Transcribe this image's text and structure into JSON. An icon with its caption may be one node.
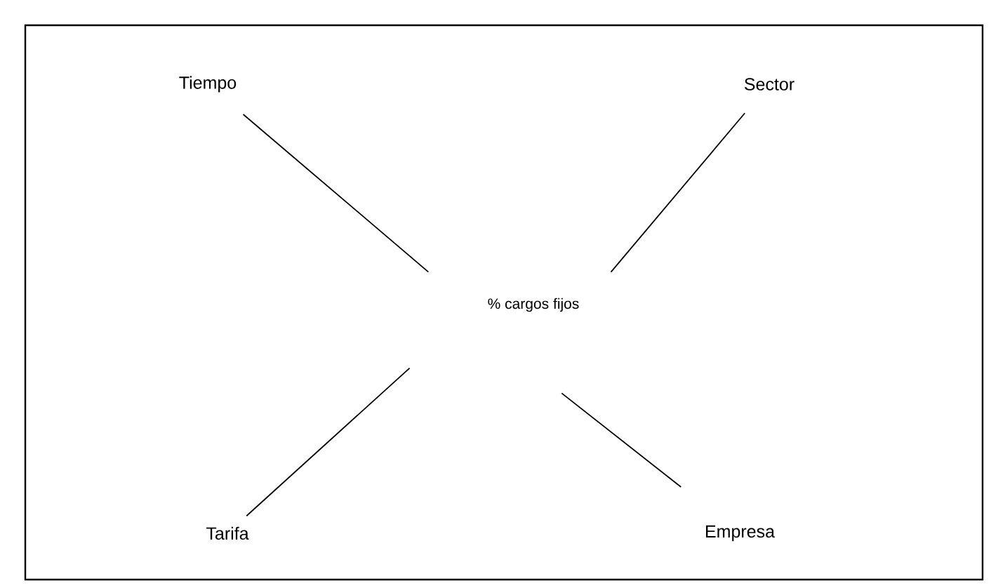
{
  "diagram": {
    "nodes": [
      {
        "text": [
          "Tiempo"
        ]
      },
      {
        "text": [
          "Sector"
        ]
      },
      {
        "text": [
          "% cargos fijos"
        ]
      },
      {
        "text": [
          "Tarifa"
        ]
      },
      {
        "text": [
          "Empresa"
        ]
      }
    ],
    "edges": [
      {
        "from": 0,
        "to": 2,
        "arrow": "none"
      },
      {
        "from": 1,
        "to": 2,
        "arrow": "none"
      },
      {
        "from": 3,
        "to": 2,
        "arrow": "none"
      },
      {
        "from": 4,
        "to": 2,
        "arrow": "none"
      }
    ]
  }
}
